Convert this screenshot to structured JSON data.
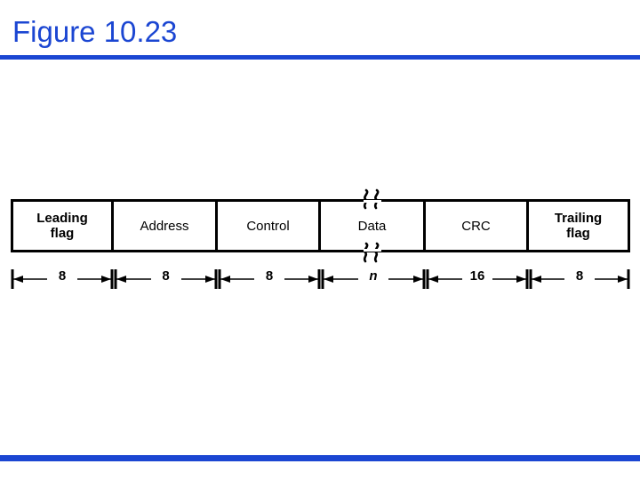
{
  "slide": {
    "title": "Figure 10.23",
    "title_color": "#1B46D2",
    "rule_color": "#1B46D2"
  },
  "diagram": {
    "name": "hdlc-frame-format",
    "fields": [
      {
        "label": "Leading\nflag",
        "bold": true,
        "bits": "8",
        "bits_italic": false,
        "break_marks": false
      },
      {
        "label": "Address",
        "bold": false,
        "bits": "8",
        "bits_italic": false,
        "break_marks": false
      },
      {
        "label": "Control",
        "bold": false,
        "bits": "8",
        "bits_italic": false,
        "break_marks": false
      },
      {
        "label": "Data",
        "bold": false,
        "bits": "n",
        "bits_italic": true,
        "break_marks": true
      },
      {
        "label": "CRC",
        "bold": false,
        "bits": "16",
        "bits_italic": false,
        "break_marks": false
      },
      {
        "label": "Trailing\nflag",
        "bold": true,
        "bits": "8",
        "bits_italic": false,
        "break_marks": false
      }
    ]
  }
}
